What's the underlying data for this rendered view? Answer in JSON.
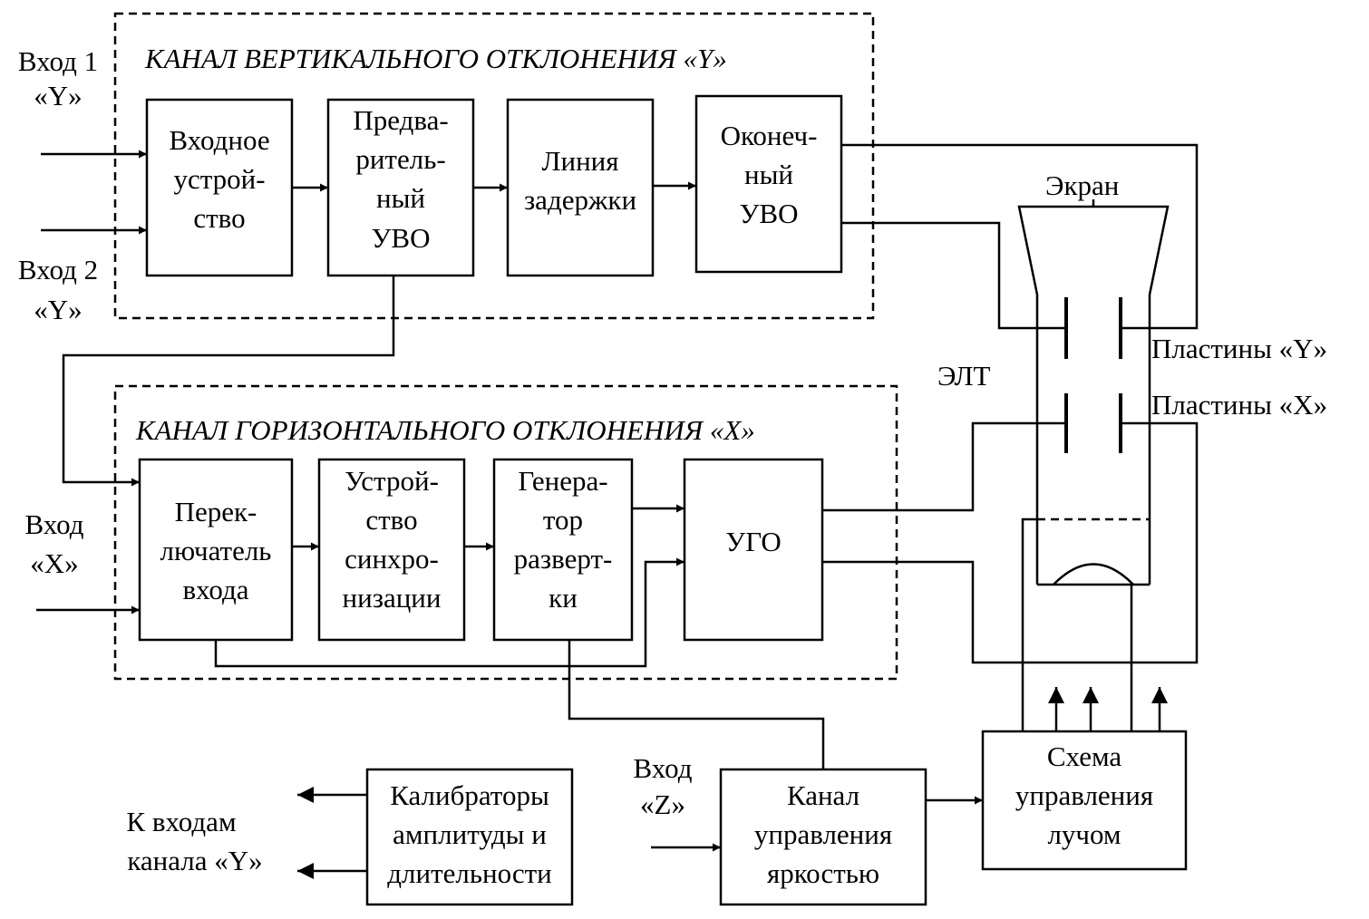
{
  "channel_y": {
    "title": "КАНАЛ ВЕРТИКАЛЬНОГО ОТКЛОНЕНИЯ «Y»"
  },
  "channel_x": {
    "title": "КАНАЛ ГОРИЗОНТАЛЬНОГО ОТКЛОНЕНИЯ «X»"
  },
  "inputs": {
    "y1": [
      "Вход 1",
      "«Y»"
    ],
    "y2": [
      "Вход 2",
      "«Y»"
    ],
    "x": [
      "Вход",
      "«X»"
    ],
    "z": [
      "Вход",
      "«Z»"
    ]
  },
  "blocks": {
    "input_device": [
      "Входное",
      "устрой-",
      "ство"
    ],
    "pre_amp": [
      "Предва-",
      "ритель-",
      "ный",
      "УВО"
    ],
    "delay_line": [
      "Линия",
      "задержки"
    ],
    "final_amp": [
      "Оконеч-",
      "ный",
      "УВО"
    ],
    "input_switch": [
      "Перек-",
      "лючатель",
      "входа"
    ],
    "sync_device": [
      "Устрой-",
      "ство",
      "синхро-",
      "низации"
    ],
    "sweep_gen": [
      "Генера-",
      "тор",
      "разверт-",
      "ки"
    ],
    "ugo": [
      "УГО"
    ],
    "calibrators": [
      "Калибраторы",
      "амплитуды и",
      "длительности"
    ],
    "brightness": [
      "Канал",
      "управления",
      "яркостью"
    ],
    "beam_control": [
      "Схема",
      "управления",
      "лучом"
    ]
  },
  "crt": {
    "screen_label": "Экран",
    "tube_label": "ЭЛТ",
    "plates_y": "Пластины «Y»",
    "plates_x": "Пластины «X»"
  },
  "outputs": {
    "to_y_inputs": [
      "К входам",
      "канала «Y»"
    ]
  }
}
